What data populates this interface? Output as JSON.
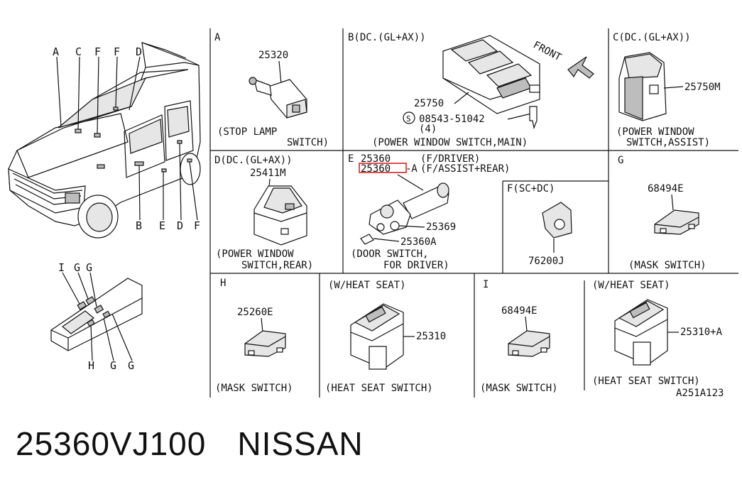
{
  "callouts": {
    "A": "A",
    "C": "C",
    "F": "F",
    "D": "D",
    "B": "B",
    "E": "E",
    "I": "I",
    "G": "G",
    "H": "H"
  },
  "panels": {
    "a": {
      "letter": "A",
      "part": "25320",
      "caption1": "(STOP LAMP",
      "caption2": "SWITCH)"
    },
    "b": {
      "header": "B(DC.(GL+AX))",
      "front": "FRONT",
      "part": "25750",
      "screw": "08543-51042",
      "screw_qty": "(4)",
      "caption": "(POWER WINDOW SWITCH,MAIN)"
    },
    "c": {
      "header": "C(DC.(GL+AX))",
      "part": "25750M",
      "caption1": "(POWER WINDOW",
      "caption2": "SWITCH,ASSIST)"
    },
    "d": {
      "header": "D(DC.(GL+AX))",
      "part": "25411M",
      "caption1": "(POWER WINDOW",
      "caption2": "SWITCH,REAR)"
    },
    "e": {
      "letter": "E",
      "part1": "25360",
      "note1": "(F/DRIVER)",
      "part2": "25360",
      "part2_suffix": "-A",
      "note2": "(F/ASSIST+REAR)",
      "part3": "25369",
      "part4": "25360A",
      "caption1": "(DOOR SWITCH,",
      "caption2": "FOR DRIVER)"
    },
    "f": {
      "header": "F(SC+DC)",
      "part": "76200J"
    },
    "g": {
      "letter": "G",
      "part": "68494E",
      "caption": "(MASK SWITCH)"
    },
    "h": {
      "letter": "H",
      "part": "25260E",
      "caption": "(MASK SWITCH)"
    },
    "h2": {
      "header": "(W/HEAT SEAT)",
      "part": "25310",
      "caption": "(HEAT SEAT SWITCH)"
    },
    "i": {
      "letter": "I",
      "part": "68494E",
      "caption": "(MASK SWITCH)"
    },
    "i2": {
      "header": "(W/HEAT SEAT)",
      "part": "25310+A",
      "caption": "(HEAT SEAT SWITCH)",
      "code": "A251A123"
    }
  },
  "footer": {
    "part_number": "25360VJ100",
    "brand": "NISSAN"
  },
  "colors": {
    "highlight": "#e02020",
    "line": "#111111"
  }
}
